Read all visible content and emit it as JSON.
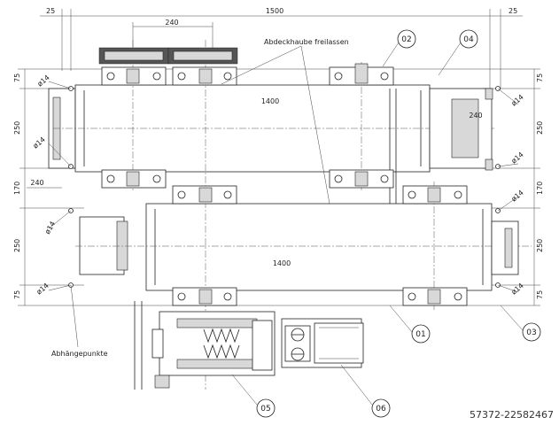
{
  "dimensions": {
    "total_width": "1500",
    "left_margin": "25",
    "right_margin": "25",
    "gear_spacing": "240",
    "conveyor_length_top": "1400",
    "conveyor_length_bottom": "1400",
    "offset_right": "240",
    "offset_left": "240",
    "left_rows": [
      "75",
      "250",
      "170",
      "250",
      "75"
    ],
    "right_rows": [
      "75",
      "250",
      "170",
      "250",
      "75"
    ],
    "hole_label": "ø14"
  },
  "notes": {
    "cover_note": "Abdeckhaube freilassen",
    "hanging_points": "Abhängepunkte"
  },
  "callouts": [
    "01",
    "02",
    "03",
    "04",
    "05",
    "06"
  ],
  "watermark": "57372-22582467"
}
